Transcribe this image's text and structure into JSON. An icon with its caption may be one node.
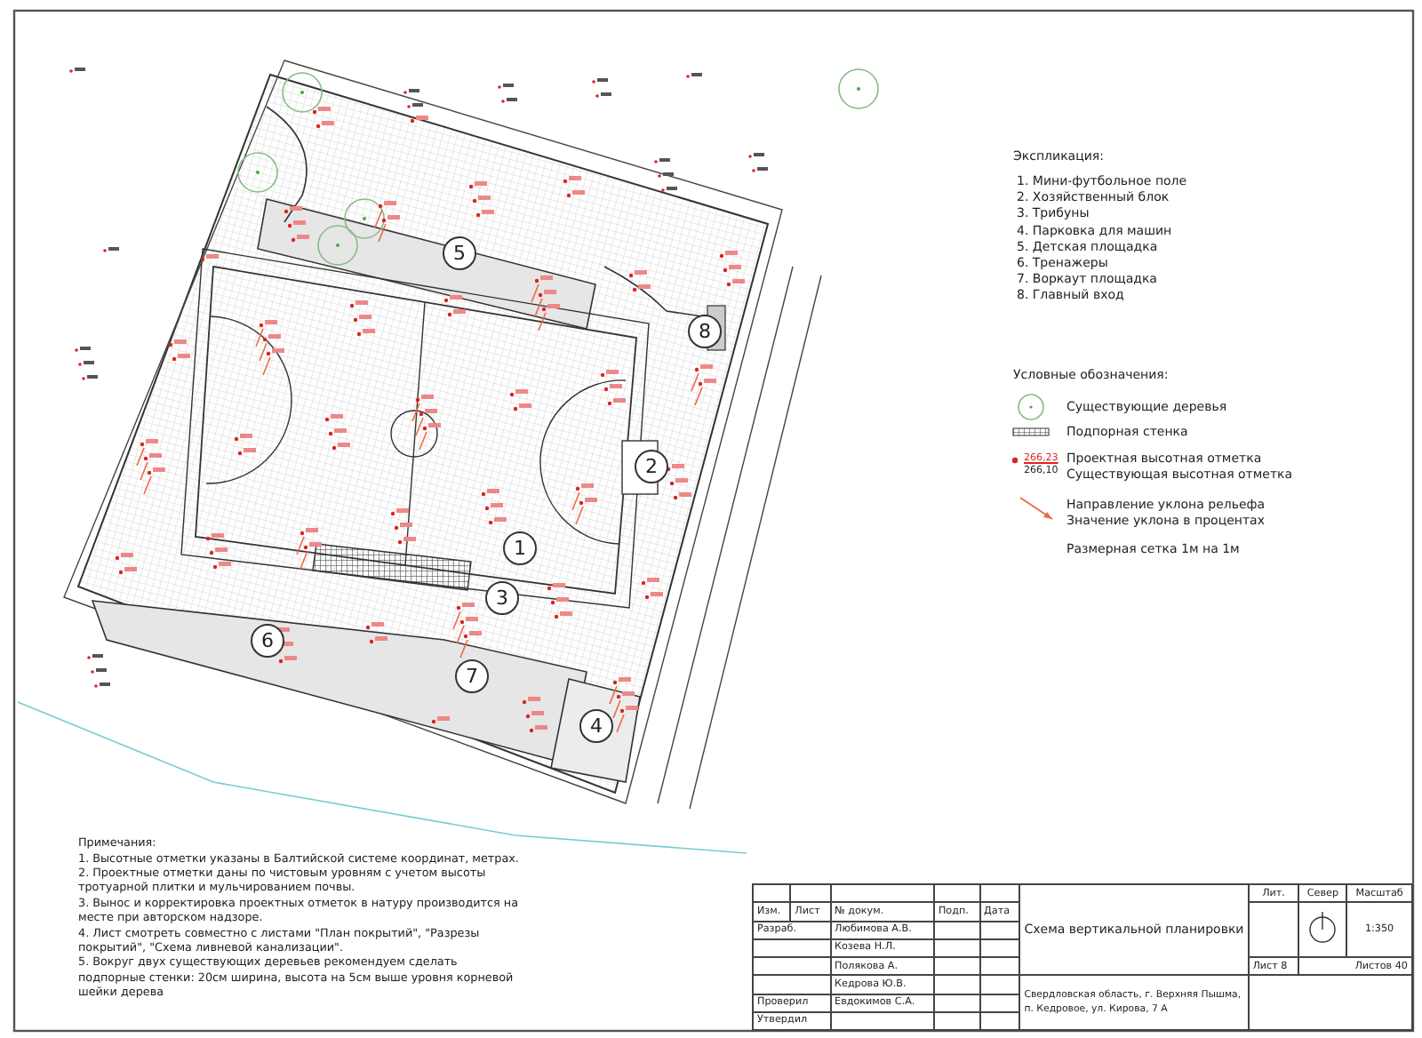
{
  "diagram": {
    "labels": [
      "5",
      "8",
      "2",
      "1",
      "3",
      "6",
      "7",
      "4",
      "Экспликация:",
      "1. Мини-футбольное поле",
      "2. Хозяйственный блок",
      "3. Трибуны",
      "4. Парковка для машин",
      "5. Детская площадка",
      "6. Тренажеры",
      "7. Воркаут площадка",
      "8. Главный вход",
      "Условные обозначения:",
      "266,23",
      "266,10",
      "Примечания:",
      "1. Высотные отметки указаны в Балтийской системе координат, метрах.",
      "2. Проектные отметки даны по чистовым уровням с учетом высоты тротуарной плитки и мульчированием почвы.",
      "3. Вынос и корректировка проектных отметок в натуру производится на месте при авторском надзоре.",
      "4. Лист смотреть совместно с листами \"План покрытий\", \"Разрезы покрытий\", \"Схема ливневой канализации\".",
      "5. Вокруг двух существующих деревьев рекомендуем сделать подпорные стенки: 20см ширина, высота на 5см выше уровня корневой шейки дерева",
      "Изм.",
      "Лист",
      "№ докум.",
      "Подп.",
      "Дата",
      "Разраб.",
      "Любимова А.В.",
      "Козева Н.Л.",
      "Полякова А.",
      "Кедрова Ю.В.",
      "Проверил",
      "Евдокимов С.А.",
      "Утвердил",
      "Схема вертикальной планировки",
      "Лит.",
      "Север",
      "Масштаб",
      "1:350",
      "Лист 8",
      "Листов 40",
      "Свердловская область, г. Верхняя Пышма, п. Кедровое, ул. Кирова, 7 А"
    ],
    "legend": [
      {
        "text": "Существующие деревья"
      },
      {
        "text": "Подпорная стенка"
      },
      {
        "text": "Проектная высотная отметка"
      },
      {
        "text": "Существующая высотная отметка"
      },
      {
        "text": "Направление уклона рельефа"
      },
      {
        "text": "Значение уклона в процентах"
      },
      {
        "text": "Размерная сетка 1м на 1м"
      }
    ]
  }
}
